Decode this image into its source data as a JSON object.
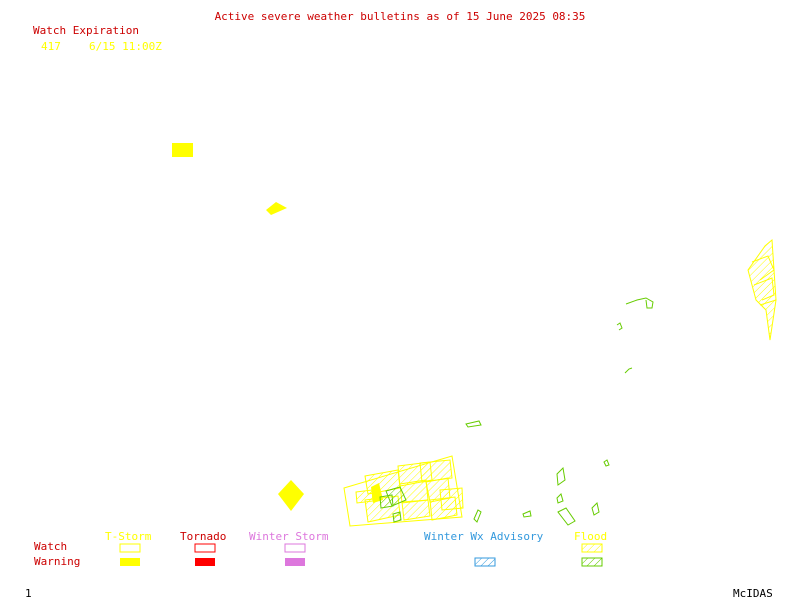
{
  "title": "Active severe weather bulletins as of 15 June 2025 08:35",
  "watch_expiration": {
    "header": "Watch Expiration",
    "entries": [
      {
        "number": "417",
        "time": "6/15 11:00Z"
      }
    ]
  },
  "legend": {
    "row_labels": {
      "watch": "Watch",
      "warning": "Warning"
    },
    "categories": [
      {
        "label": "T-Storm",
        "color": "#ffff00"
      },
      {
        "label": "Tornado",
        "color": "#ff0000"
      },
      {
        "label": "Winter Storm",
        "color": "#dd77dd"
      },
      {
        "label": "Winter Wx Advisory",
        "color": "#3399dd"
      },
      {
        "label": "Flood",
        "color": "#66cc00"
      }
    ]
  },
  "footer": {
    "frame_number": "1",
    "software": "McIDAS"
  },
  "colors": {
    "background": "#ffffff",
    "header_text": "#cc0000",
    "tstorm": "#ffff00",
    "flood": "#66cc00"
  }
}
